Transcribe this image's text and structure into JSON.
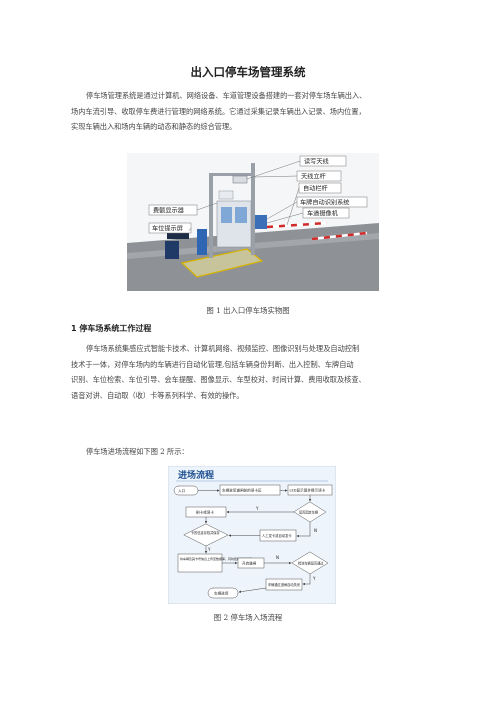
{
  "doc": {
    "title": "出入口停车场管理系统",
    "intro_lines": [
      "停车场管理系统是通过计算机、网络设备、车道管理设备搭建的一套对停车场车辆出入、",
      "场内车流引导、收取停车费进行管理的网络系统。它通过采集记录车辆出入记录、场内位置，",
      "实现车辆出入和场内车辆的动态和静态的综合管理。"
    ],
    "fig1": {
      "labels": {
        "l1": "读写天线",
        "l2": "天线立杆",
        "l3": "自动栏杆",
        "l4": "车牌自动识别系统",
        "l5": "车道摄像机",
        "l6": "费额显示器",
        "l7": "车位提示屏"
      },
      "caption": "图 1  出入口停车场实物图"
    },
    "section1": {
      "heading": "1  停车场系统工作过程",
      "lines": [
        "停车场系统集感应式智能卡技术、计算机网络、视频监控、图像识别与处理及自动控制",
        "技术于一体，对停车场内的车辆进行自动化管理,包括车辆身份判断、出入控制、车牌自动",
        "识别、车位检索、车位引导、会车提醒、图像显示、车型校对、时间计算、费用收取及核查、",
        "语音对讲、自动取（收）卡等系列科学、有效的操作。"
      ],
      "flow_intro": "停车场进场流程如下图 2 所示："
    },
    "fig2": {
      "header": "进场流程",
      "n_in": "入口",
      "n_detect": "车辆驶至道闸前的读卡区",
      "n_led": "LED显示屏并提示读卡",
      "n_read": "刷卡或读卡",
      "d_valid": "是否固定车辆",
      "d_save": "卡的信息存档并保存",
      "n_manual": "人工发卡或自动发卡",
      "n_record": "将车辆及其卡号信息上传至数据库，同时控制道闸打开",
      "n_open": "开启道闸",
      "d_pass": "检测车辆是否通过",
      "n_close": "车辆通过道闸自动关闭",
      "n_park": "车辆进场",
      "y": "Y",
      "n": "N",
      "caption": "图 2  停车场入场流程"
    }
  }
}
